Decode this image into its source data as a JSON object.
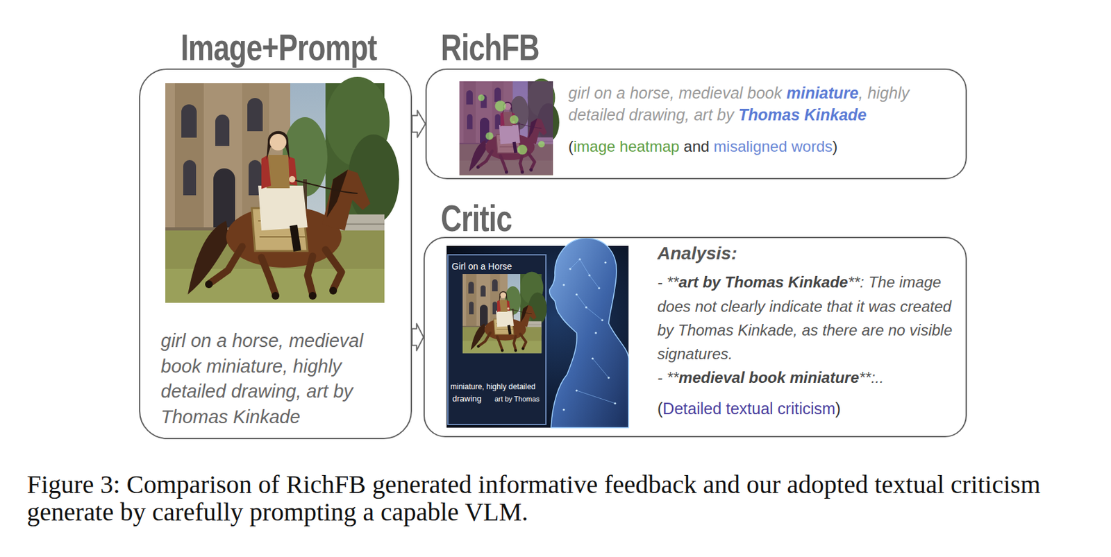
{
  "diagram": {
    "caption": "Figure 3: Comparison of RichFB generated informative feedback and our adopted textual criticism generate by carefully prompting a capable VLM.",
    "nodes": [
      {
        "text": [
          "Image+Prompt",
          "girl on a horse, medieval book miniature, highly detailed drawing, art by Thomas Kinkade"
        ]
      },
      {
        "text": [
          "RichFB",
          "girl on a horse, medieval book ",
          "miniature",
          ", highly detailed drawing, art by ",
          "Thomas Kinkade",
          "(",
          "image heatmap",
          " and ",
          "misaligned words",
          ")"
        ]
      },
      {
        "text": [
          "Critic",
          "Analysis:",
          "- **",
          "art by Thomas Kinkade",
          "**: The image does not clearly indicate that it was created by Thomas Kinkade, as there are no visible signatures.",
          "- **",
          "medieval book miniature",
          "**:..",
          "(",
          "Detailed textual criticism",
          ")"
        ]
      }
    ],
    "edges": [
      {
        "from": 0,
        "to": 1,
        "arrow": "to"
      },
      {
        "from": 0,
        "to": 2,
        "arrow": "to"
      }
    ],
    "labels": [
      "Girl on a Horse",
      "miniature, highly detailed",
      "drawing",
      "art by Thomas"
    ]
  }
}
